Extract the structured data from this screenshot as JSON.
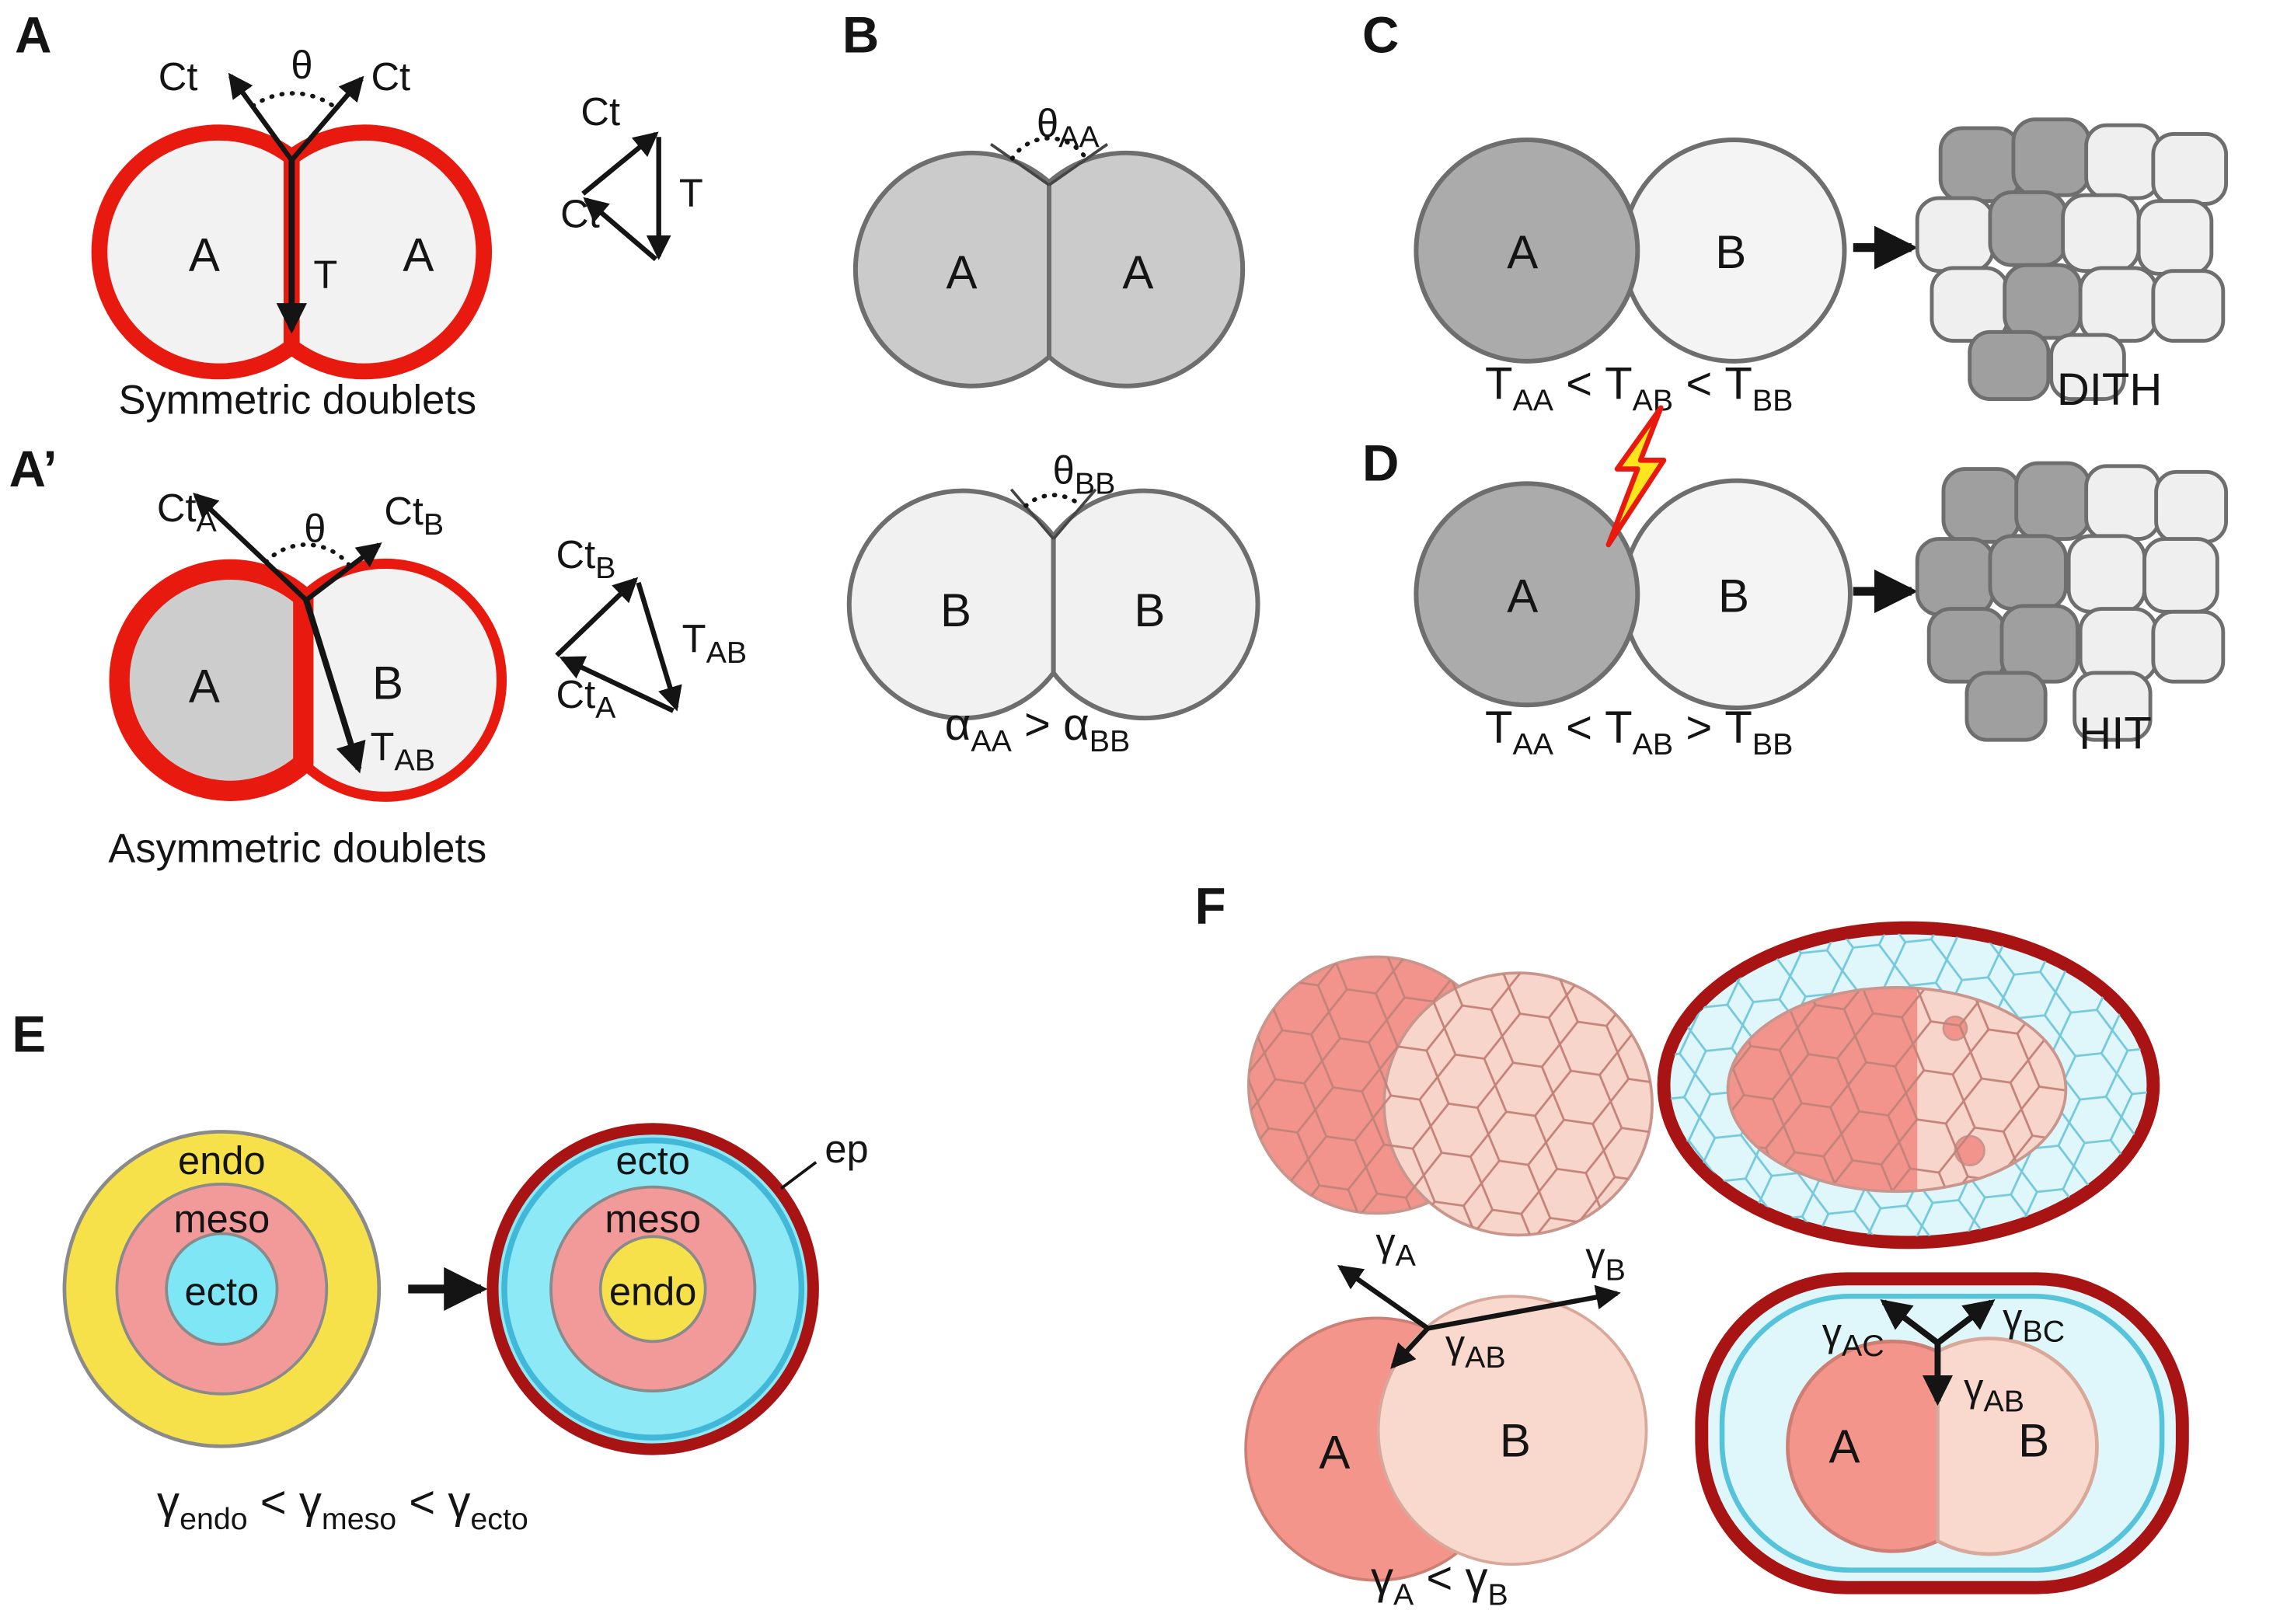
{
  "colors": {
    "cortex_red": "#e8190f",
    "cell_light": "#f2f2f2",
    "cell_mid_gray": "#cbcbcb",
    "cell_dark_gray": "#ababab",
    "outline_gray": "#6e6e6e",
    "yellow_endo": "#f6e14b",
    "pink_meso": "#f29a9a",
    "cyan_ecto": "#8de9f6",
    "cyan_light": "#dff6fb",
    "dark_red_ep": "#a81414",
    "salmon_A": "#f4958c",
    "pink_B": "#f9d8ce",
    "bolt_yellow": "#ffe51c"
  },
  "panelA": {
    "letter": "A",
    "ct_left": "Ct",
    "ct_right": "Ct",
    "theta": "θ",
    "tension": "T",
    "cellL": "A",
    "cellR": "A",
    "caption": "Symmetric doublets",
    "tri_ct_top": "Ct",
    "tri_ct_side": "Ct",
    "tri_t": "T"
  },
  "panelAp": {
    "letter": "A’",
    "ctA": "Ct",
    "ctA_sub": "A",
    "ctB": "Ct",
    "ctB_sub": "B",
    "theta": "θ",
    "tAB": "T",
    "tAB_sub": "AB",
    "cellL": "A",
    "cellR": "B",
    "caption": "Asymmetric doublets",
    "tri_ctB": "Ct",
    "tri_ctB_sub": "B",
    "tri_tAB": "T",
    "tri_tAB_sub": "AB",
    "tri_ctA": "Ct",
    "tri_ctA_sub": "A"
  },
  "panelB": {
    "letter": "B",
    "thetaAA": "θ",
    "thetaAA_sub": "AA",
    "thetaBB": "θ",
    "thetaBB_sub": "BB",
    "cellL_top": "A",
    "cellR_top": "A",
    "cellL_bot": "B",
    "cellR_bot": "B",
    "ineq": {
      "p1": "α",
      "s1": "AA",
      "p2": " > α",
      "s2": "BB"
    }
  },
  "panelC": {
    "letter": "C",
    "cellA": "A",
    "cellB": "B",
    "ineq": {
      "p1": "T",
      "s1": "AA",
      "p2": " < T",
      "s2": "AB",
      "p3": " < T",
      "s3": "BB"
    },
    "result": "DITH"
  },
  "panelD": {
    "letter": "D",
    "cellA": "A",
    "cellB": "B",
    "ineq": {
      "p1": "T",
      "s1": "AA",
      "p2": " < T",
      "s2": "AB",
      "p3": " > T",
      "s3": "BB"
    },
    "result": "HIT"
  },
  "panelE": {
    "letter": "E",
    "left": {
      "outer": "endo",
      "mid": "meso",
      "inner": "ecto"
    },
    "right": {
      "outer": "ecto",
      "mid": "meso",
      "inner": "endo"
    },
    "ep": "ep",
    "ineq": {
      "p1": "γ",
      "s1": "endo",
      "p2": " < γ",
      "s2": "meso",
      "p3": " < γ",
      "s3": "ecto"
    }
  },
  "panelF": {
    "letter": "F",
    "gA": "γ",
    "gA_sub": "A",
    "gB": "γ",
    "gB_sub": "B",
    "gAB": "γ",
    "gAB_sub": "AB",
    "gAC": "γ",
    "gAC_sub": "AC",
    "gBC": "γ",
    "gBC_sub": "BC",
    "gAB2": "γ",
    "gAB2_sub": "AB",
    "cellA": "A",
    "cellB": "B",
    "cellA2": "A",
    "cellB2": "B",
    "ineq": {
      "p1": "γ",
      "s1": "A",
      "p2": " < γ",
      "s2": "B"
    }
  }
}
